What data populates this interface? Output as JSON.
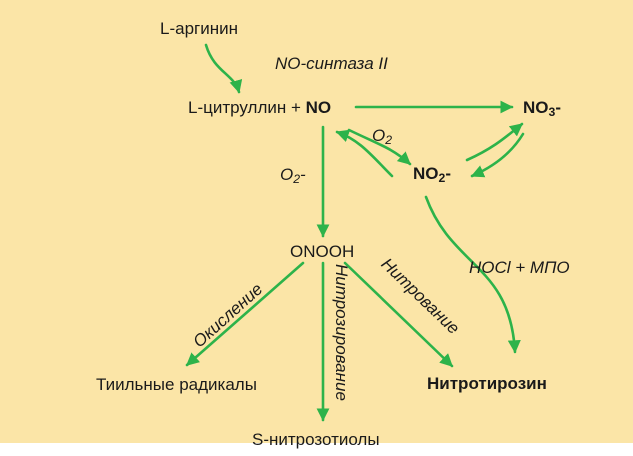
{
  "colors": {
    "background": "#fbe5a7",
    "arrow": "#2db34a",
    "text": "#1a1a1a"
  },
  "labels": {
    "arginine": "L-аргинин",
    "enzyme": "NO-синтаза II",
    "citrulline": "L-цитруллин + ",
    "no": "NO",
    "no3_base": "NO",
    "no3_sub": "3",
    "no3_suffix": "-",
    "o2_base": "O",
    "o2_sub": "2",
    "no2_base": "NO",
    "no2_sub": "2",
    "no2_suffix": "-",
    "o2minus_base": "O",
    "o2minus_sub": "2",
    "o2minus_suffix": "-",
    "onooh": "ONOOH",
    "hocl_mpo": "HOCl + МПО",
    "oxidation": "Окисление",
    "nitrosation": "Нитрозирование",
    "nitration": "Нитрование",
    "thiyl": "Тиильные радикалы",
    "nitrotyrosine": "Нитротирозин",
    "nitrosothiols": "S-нитрозотиолы"
  }
}
